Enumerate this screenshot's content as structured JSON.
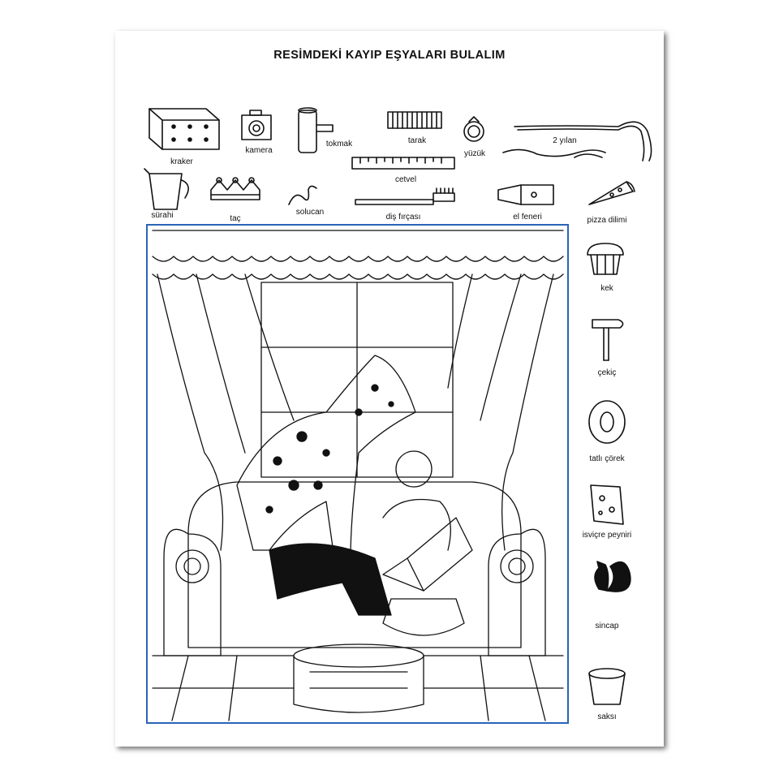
{
  "title": "RESİMDEKİ KAYIP EŞYALARI BULALIM",
  "items": {
    "kraker": "kraker",
    "kamera": "kamera",
    "tokmak": "tokmak",
    "tarak": "tarak",
    "yuzuk": "yüzük",
    "yilan": "2 yılan",
    "cetvel": "cetvel",
    "surahi": "sürahi",
    "tac": "taç",
    "solucan": "solucan",
    "dis_fircasi": "diş fırçası",
    "el_feneri": "el feneri",
    "pizza_dilimi": "pizza dilimi",
    "kek": "kek",
    "cekic": "çekiç",
    "tatli_corek": "tatlı çörek",
    "isvicre_peyniri": "isviçre peyniri",
    "sincap": "sincap",
    "saksi": "saksı"
  },
  "colors": {
    "frame": "#2a64b8",
    "ink": "#111111"
  },
  "icons": [
    "cracker-icon",
    "camera-icon",
    "mallet-icon",
    "comb-icon",
    "ring-icon",
    "snakes-icon",
    "ruler-icon",
    "pitcher-icon",
    "crown-icon",
    "worm-icon",
    "toothbrush-icon",
    "flashlight-icon",
    "pizza-slice-icon",
    "cupcake-icon",
    "hammer-icon",
    "donut-icon",
    "swiss-cheese-icon",
    "squirrel-icon",
    "flower-pot-icon"
  ]
}
